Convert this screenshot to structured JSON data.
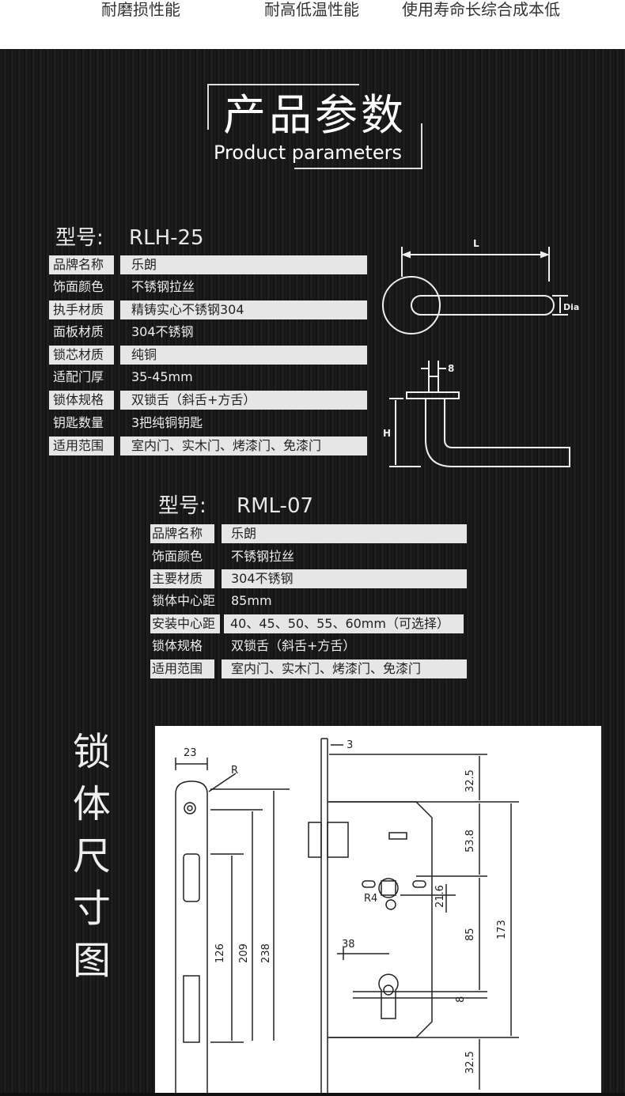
{
  "top_features": [
    "耐磨损性能",
    "耐高低温性能",
    "使用寿命长综合成本低"
  ],
  "section_title": {
    "cn": "产品参数",
    "en": "Product parameters"
  },
  "product1": {
    "model_label": "型号:",
    "model_value": "RLH-25",
    "rows": [
      {
        "label": "品牌名称",
        "value": "乐朗"
      },
      {
        "label": "饰面颜色",
        "value": "不锈钢拉丝"
      },
      {
        "label": "执手材质",
        "value": "精铸实心不锈钢304"
      },
      {
        "label": "面板材质",
        "value": "304不锈钢"
      },
      {
        "label": "锁芯材质",
        "value": "纯铜"
      },
      {
        "label": "适配门厚",
        "value": "35-45mm"
      },
      {
        "label": "锁体规格",
        "value": "双锁舌（斜舌+方舌）"
      },
      {
        "label": "钥匙数量",
        "value": "3把纯铜钥匙"
      },
      {
        "label": "适用范围",
        "value": "室内门、实木门、烤漆门、免漆门"
      }
    ],
    "diagram_labels": {
      "length": "L",
      "dia": "Dia",
      "width": "8",
      "height": "H"
    }
  },
  "product2": {
    "model_label": "型号:",
    "model_value": "RML-07",
    "rows": [
      {
        "label": "品牌名称",
        "value": "乐朗"
      },
      {
        "label": "饰面颜色",
        "value": "不锈钢拉丝"
      },
      {
        "label": "主要材质",
        "value": "304不锈钢"
      },
      {
        "label": "锁体中心距",
        "value": "85mm"
      },
      {
        "label": "安装中心距",
        "value": "40、45、50、55、60mm（可选择）"
      },
      {
        "label": "锁体规格",
        "value": "双锁舌（斜舌+方舌）"
      },
      {
        "label": "适用范围",
        "value": "室内门、实木门、烤漆门、免漆门"
      }
    ]
  },
  "dimension_section": {
    "title_chars": [
      "锁",
      "体",
      "尺",
      "寸",
      "图"
    ],
    "dims": [
      "23",
      "R",
      "126",
      "209",
      "238",
      "3",
      "32.5",
      "53.8",
      "21.6",
      "R4",
      "38",
      "85",
      "173",
      "8",
      "32.5"
    ]
  },
  "colors": {
    "label_bg": "#e6e6e6",
    "text_light": "#eeeeee",
    "background": "#141414"
  }
}
